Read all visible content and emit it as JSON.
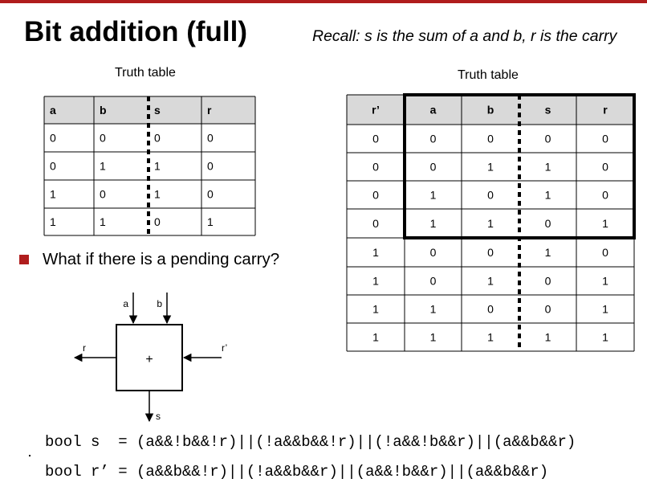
{
  "slide": {
    "title": "Bit addition (full)",
    "recall": "Recall: s is the sum of a and b, r is the carry",
    "bullet": "What if there is a pending carry?",
    "code_s": "bool s  = (a&&!b&&!r)||(!a&&b&&!r)||(!a&&!b&&r)||(a&&b&&r)",
    "code_r": "bool r’ = (a&&b&&!r)||(!a&&b&&r)||(a&&!b&&r)||(a&&b&&r)"
  },
  "table1": {
    "caption": "Truth table",
    "headers": [
      "a",
      "b",
      "s",
      "r"
    ],
    "rows": [
      [
        "0",
        "0",
        "0",
        "0"
      ],
      [
        "0",
        "1",
        "1",
        "0"
      ],
      [
        "1",
        "0",
        "1",
        "0"
      ],
      [
        "1",
        "1",
        "0",
        "1"
      ]
    ]
  },
  "table2": {
    "caption": "Truth table",
    "headers": [
      "r’",
      "a",
      "b",
      "s",
      "r"
    ],
    "rows": [
      [
        "0",
        "0",
        "0",
        "0",
        "0"
      ],
      [
        "0",
        "0",
        "1",
        "1",
        "0"
      ],
      [
        "0",
        "1",
        "0",
        "1",
        "0"
      ],
      [
        "0",
        "1",
        "1",
        "0",
        "1"
      ],
      [
        "1",
        "0",
        "0",
        "1",
        "0"
      ],
      [
        "1",
        "0",
        "1",
        "0",
        "1"
      ],
      [
        "1",
        "1",
        "0",
        "0",
        "1"
      ],
      [
        "1",
        "1",
        "1",
        "1",
        "1"
      ]
    ]
  },
  "adder": {
    "op": "+",
    "in_a": "a",
    "in_b": "b",
    "carry_in": "r’",
    "carry_out": "r",
    "sum_out": "s"
  },
  "colors": {
    "accent": "#b01d1d",
    "header_bg": "#d9d9d9",
    "border": "#000000"
  }
}
